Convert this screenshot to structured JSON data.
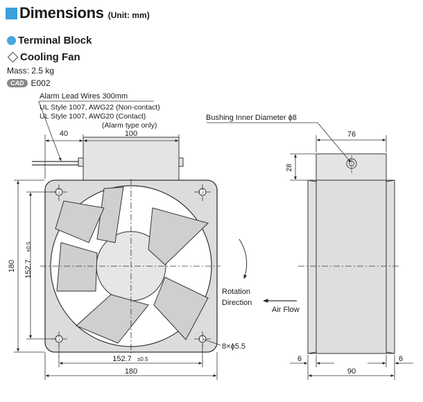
{
  "header": {
    "title": "Dimensions",
    "unit": "(Unit: mm)",
    "accent_color": "#3aa0dd"
  },
  "items": {
    "terminal_block": "Terminal Block",
    "cooling_fan": "Cooling Fan"
  },
  "mass": "Mass: 2.5 kg",
  "cad": {
    "badge": "CAD",
    "code": "E002"
  },
  "front": {
    "wires_title": "Alarm Lead Wires 300mm",
    "wires_line1": "UL Style 1007, AWG22 (Non-contact)",
    "wires_line2": "UL Style 1007, AWG20 (Contact)",
    "wires_line3": "(Alarm type only)",
    "dim_40": "40",
    "dim_100": "100",
    "dim_180_h": "180",
    "dim_1527_h": "152.7",
    "tol": "±0.5",
    "dim_180_w": "180",
    "dim_1527_w": "152.7",
    "holes": "8×ϕ5.5",
    "rotation_1": "Rotation",
    "rotation_2": "Direction"
  },
  "side": {
    "bushing": "Bushing Inner Diameter ϕ8",
    "dim_76": "76",
    "dim_28": "28",
    "airflow": "Air Flow",
    "dim_6_left": "6",
    "dim_90": "90",
    "dim_6_right": "6"
  }
}
